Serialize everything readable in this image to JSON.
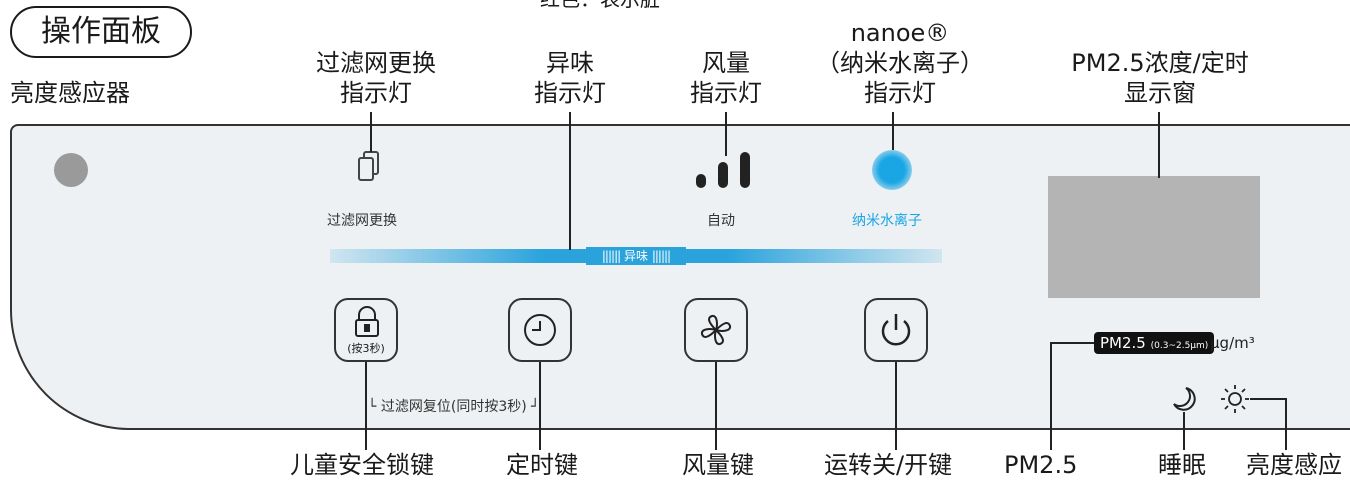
{
  "top_note": "红色：表示脏",
  "panel_title": "操作面板",
  "labels": {
    "brightness_sensor_top": "亮度感应器",
    "filter_indicator": [
      "过滤网更换",
      "指示灯"
    ],
    "odor_indicator": [
      "异味",
      "指示灯"
    ],
    "airflow_indicator": [
      "风量",
      "指示灯"
    ],
    "nanoe_indicator": [
      "nanoe®",
      "（纳米水离子）",
      "指示灯"
    ],
    "pm_display": [
      "PM2.5浓度/定时",
      "显示窗"
    ]
  },
  "panel": {
    "filter_replace_text": "过滤网更换",
    "auto_text": "自动",
    "nanoe_text": "纳米水离子",
    "odor_bar_text": "异味",
    "lock_hint": "(按3秒)",
    "filter_reset_hint": "└ 过滤网复位(同时按3秒) ┘",
    "pm_badge": "PM2.5",
    "pm_range": "(0.3~2.5μm)",
    "pm_unit": "μg/m³"
  },
  "bottom_labels": {
    "child_lock": "儿童安全锁键",
    "timer": "定时键",
    "fan": "风量键",
    "power": "运转关/开键",
    "pm25": "PM2.5",
    "sleep": "睡眠",
    "brightness": "亮度感应"
  },
  "colors": {
    "panel_bg": "#eef1f3",
    "odor_blue": "#2aa3dc",
    "nanoe_blue": "#1aa6e4",
    "display_gray": "#b4b4b4",
    "sensor_gray": "#9a9a9a"
  }
}
